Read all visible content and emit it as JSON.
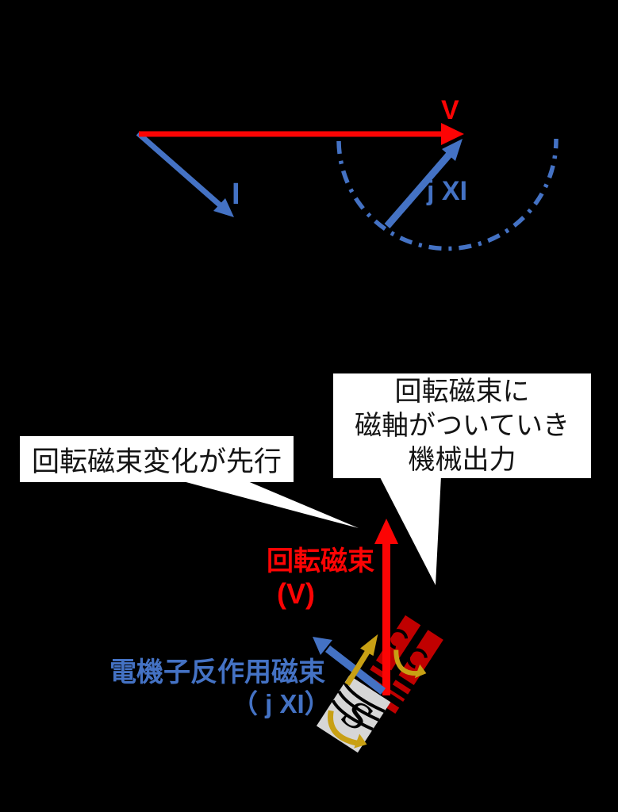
{
  "colors": {
    "background": "#000000",
    "bright_red": "#FC0404",
    "blue": "#4472C4",
    "dark_red": "#C00000",
    "gold": "#C8A014",
    "rotor_gray": "#D6D6D6",
    "bubble_bg": "#FFFFFF",
    "bubble_text": "#141414"
  },
  "phasor_diagram": {
    "v_label": "V",
    "i_label": "I",
    "jxi_label": "j XI"
  },
  "callouts": {
    "left_bubble": {
      "text": "回転磁束変化が先行"
    },
    "right_bubble": {
      "lines": [
        "回転磁束に",
        "磁軸がついていき",
        "機械出力"
      ]
    }
  },
  "flux_labels": {
    "rotating_flux": "回転磁束",
    "rotating_flux_symbol": "(V)",
    "armature_reaction_flux": "電機子反作用磁束",
    "armature_reaction_symbol": "（ j XI）"
  },
  "rotor": {
    "pole_label": "S"
  }
}
